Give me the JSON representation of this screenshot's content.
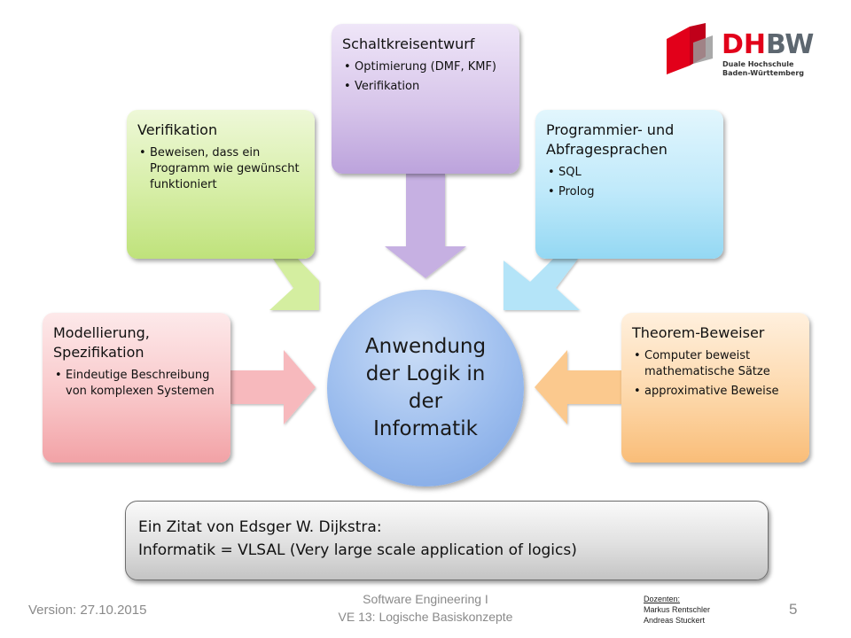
{
  "center": {
    "label": "Anwendung\nder Logik in\nder\nInformatik",
    "color": "#9cbdee"
  },
  "nodes": [
    {
      "id": "schaltkreisentwurf",
      "title": "Schaltkreisentwurf",
      "bullets": [
        "Optimierung (DMF, KMF)",
        "Verifikation"
      ],
      "color": "#c9b3e3"
    },
    {
      "id": "verifikation",
      "title": "Verifikation",
      "bullets": [
        "Beweisen, dass ein Programm wie gewünscht funktioniert"
      ],
      "color": "#cde891"
    },
    {
      "id": "programmiersprachen",
      "title": "Programmier- und\nAbfragesprachen",
      "bullets": [
        "SQL",
        "Prolog"
      ],
      "color": "#abe1f7"
    },
    {
      "id": "modellierung",
      "title": "Modellierung,\nSpezifikation",
      "bullets": [
        "Eindeutige Beschreibung von komplexen Systemen"
      ],
      "color": "#f6b7ba"
    },
    {
      "id": "theorem-beweiser",
      "title": "Theorem-Beweiser",
      "bullets": [
        "Computer beweist mathematische Sätze",
        "approximative Beweise"
      ],
      "color": "#fbca91"
    }
  ],
  "arrow_colors": {
    "schaltkreisentwurf": "#c6b0e2",
    "verifikation": "#d4eea0",
    "programmiersprachen": "#b4e4f8",
    "modellierung": "#f7b9bd",
    "theorem-beweiser": "#fbc98e"
  },
  "quote": {
    "line1": "Ein Zitat von Edsger W. Dijkstra:",
    "line2": "Informatik = VLSAL (Very large scale application of logics)"
  },
  "logo": {
    "text_red": "DH",
    "text_grey": "BW",
    "subtitle": "Duale Hochschule\nBaden-Württemberg",
    "red": "#e2001a",
    "grey": "#5d6770"
  },
  "footer": {
    "version": "Version: 27.10.2015",
    "course": "Software Engineering I\nVE 13: Logische Basiskonzepte",
    "authors_label": "Dozenten:",
    "authors": [
      "Markus Rentschler",
      "Andreas Stuckert"
    ],
    "page_number": "5"
  }
}
